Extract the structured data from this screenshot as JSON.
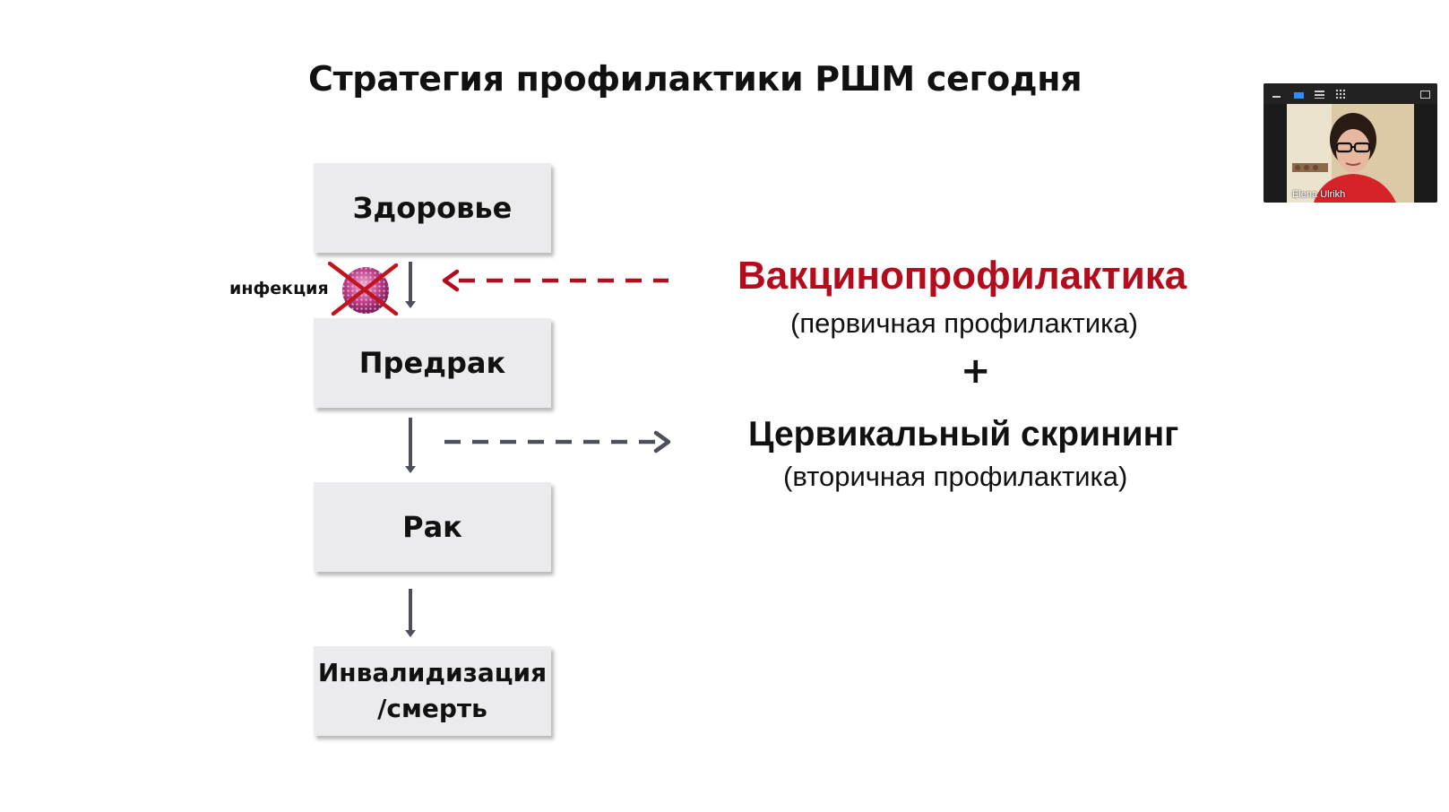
{
  "slide": {
    "title": "Стратегия профилактики РШМ сегодня",
    "stages": [
      "Здоровье",
      "Предрак",
      "Рак"
    ],
    "last_stage_lines": [
      "Инвалидизация",
      "/смерть"
    ],
    "infection_label": "инфекция",
    "vaccination": {
      "title": "Вакцинопрофилактика",
      "subtitle": "(первичная профилактика)",
      "color": "#b30c1c"
    },
    "plus": "+",
    "screening": {
      "title": "Цервикальный скрининг",
      "subtitle": "(вторичная профилактика)"
    }
  },
  "video_call": {
    "participant_name": "Elena Ulrikh",
    "toolbar_icons": [
      "minimize-icon",
      "speaker-view-icon",
      "list-view-icon",
      "gallery-view-icon",
      "expand-icon"
    ],
    "accent_color": "#2d8cff"
  }
}
